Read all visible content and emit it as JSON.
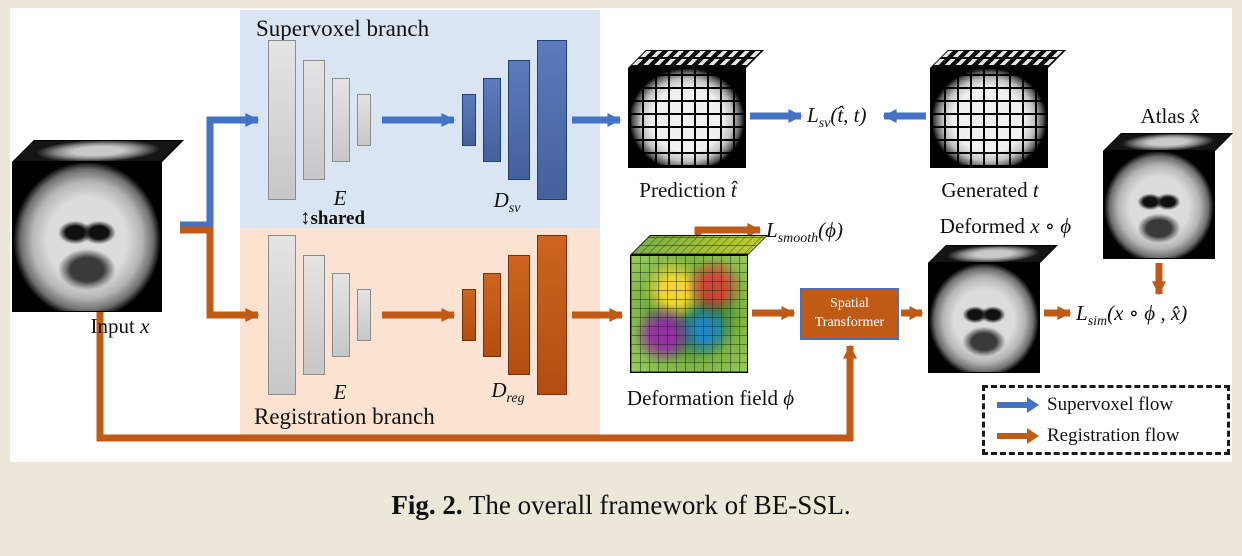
{
  "figure": {
    "caption_label": "Fig. 2.",
    "caption_text": " The overall framework of BE-SSL."
  },
  "branches": {
    "supervoxel": {
      "title": "Supervoxel branch"
    },
    "registration": {
      "title": "Registration branch"
    }
  },
  "networks": {
    "encoder_sv_label": "E",
    "encoder_reg_label": "E",
    "decoder_sv": {
      "base": "D",
      "sub": "sv"
    },
    "decoder_reg": {
      "base": "D",
      "sub": "reg"
    },
    "shared_icon": "↕",
    "shared_label": "shared"
  },
  "nodes": {
    "input": {
      "text": "Input",
      "var": "x"
    },
    "prediction": {
      "text": "Prediction",
      "var": "t̂"
    },
    "generated": {
      "text": "Generated",
      "var": "t"
    },
    "atlas": {
      "text": "Atlas",
      "var": "x̂"
    },
    "deformed": {
      "text": "Deformed",
      "var": "x ∘ ϕ"
    },
    "deformation_field": {
      "text": "Deformation field",
      "var": "ϕ"
    }
  },
  "losses": {
    "sv": {
      "base": "L",
      "sub": "sv",
      "args": "(t̂, t)"
    },
    "smooth": {
      "base": "L",
      "sub": "smooth",
      "args": "(ϕ)"
    },
    "sim": {
      "base": "L",
      "sub": "sim",
      "args": "(x ∘ ϕ , x̂)"
    }
  },
  "spatial_transformer": {
    "line1": "Spatial",
    "line2": "Transformer"
  },
  "legend": {
    "supervoxel": "Supervoxel flow",
    "registration": "Registration flow"
  },
  "colors": {
    "supervoxel_flow": "#4472c4",
    "registration_flow": "#c05a17",
    "supervoxel_bg": "#d9e5f2",
    "registration_bg": "#fce3d1",
    "page_bg": "#ece7d8"
  }
}
